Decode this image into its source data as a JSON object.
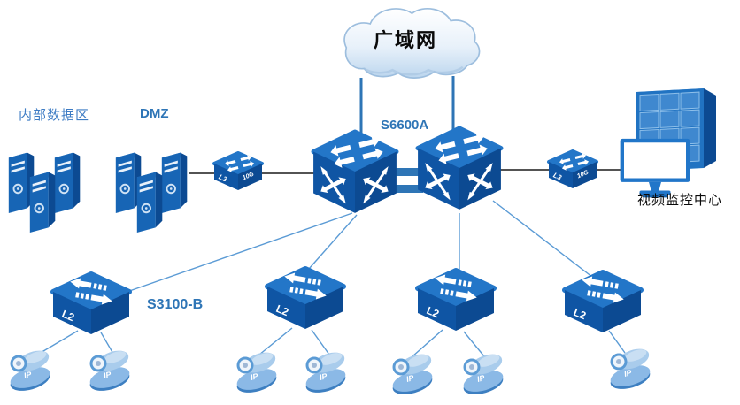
{
  "cloud": {
    "label": "广域网"
  },
  "zones": {
    "internal_label": "内部数据区",
    "dmz_label": "DMZ"
  },
  "core": {
    "label": "S6600A"
  },
  "access": {
    "label": "S3100-B"
  },
  "video_center": {
    "label": "视频监控中心"
  },
  "l3_switch": {
    "face_left": "L3",
    "face_right": "10G"
  },
  "l2_switch": {
    "face_left": "L2"
  },
  "camera": {
    "label": "IP"
  },
  "colors": {
    "device_top": "#2376C8",
    "device_left": "#0F55A4",
    "device_right": "#0C4A92",
    "link_light": "#5B9BD5",
    "link_blue": "#2E75B6",
    "link_dark": "#1a1a1a",
    "label_blue": "#2E75B6",
    "label_zone": "#3E7CC4",
    "label_dark": "#0a0a0a"
  }
}
